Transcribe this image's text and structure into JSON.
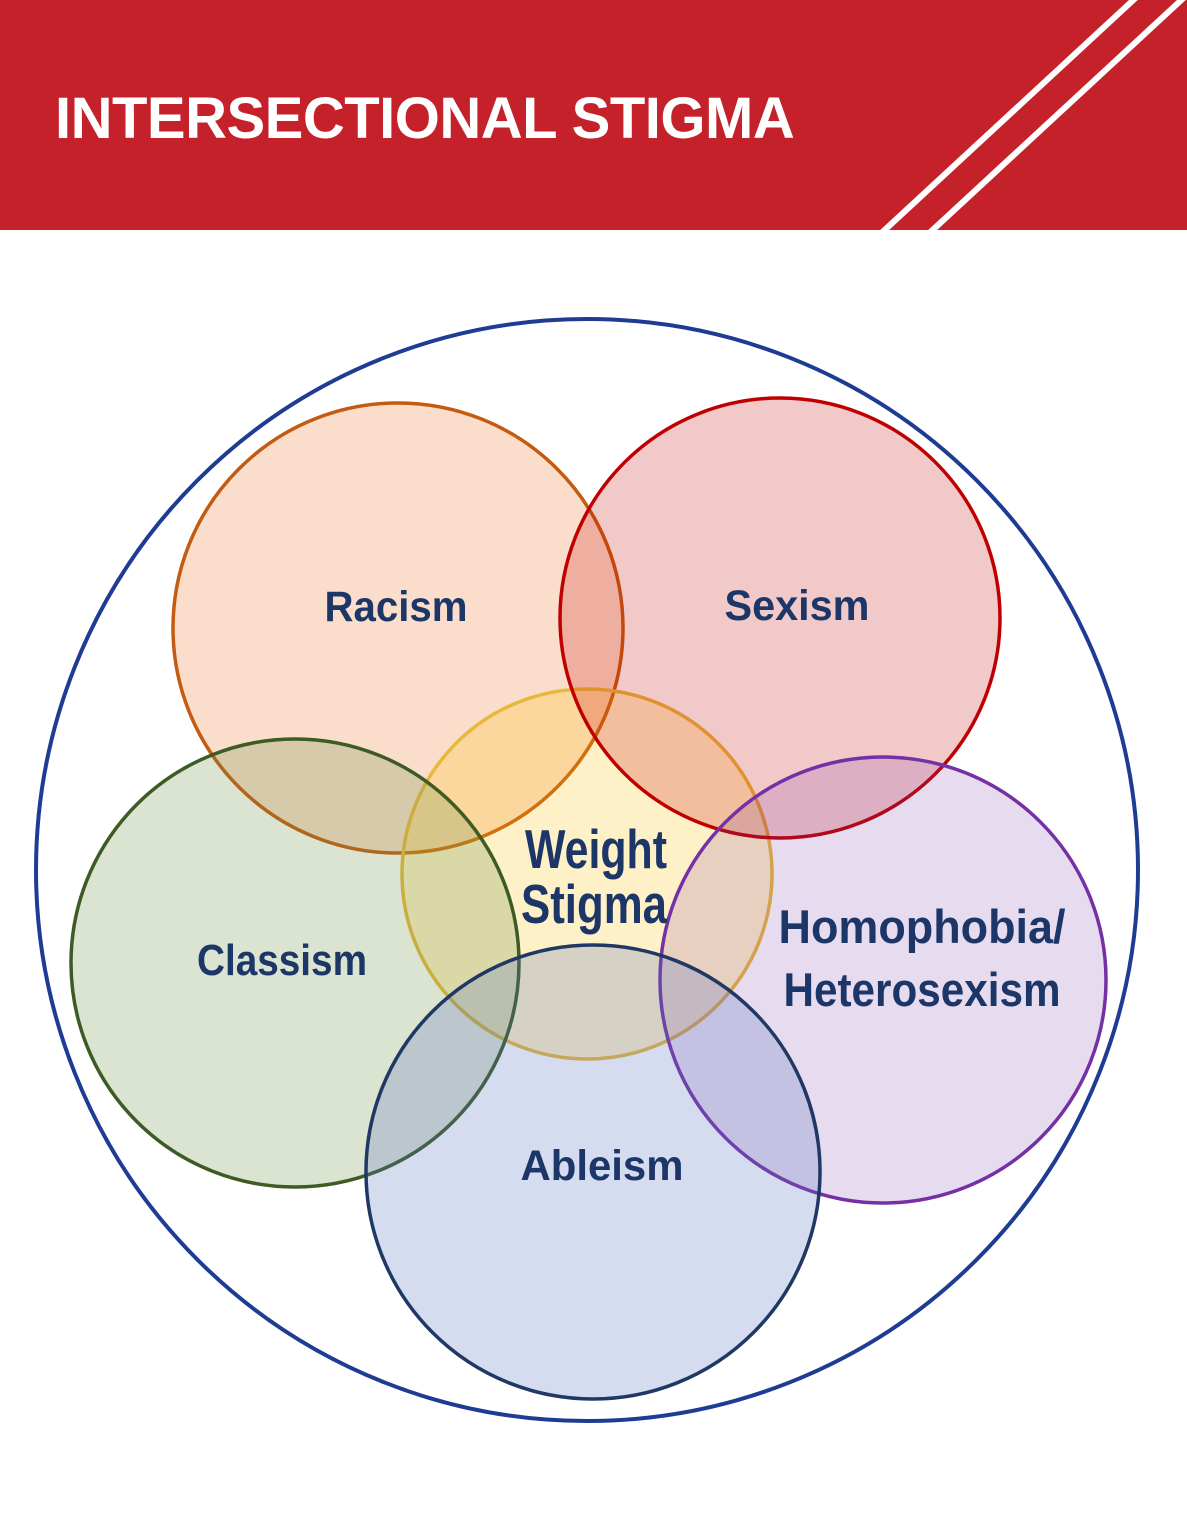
{
  "header": {
    "title": "INTERSECTIONAL STIGMA",
    "background_color": "#C5212B",
    "stripe_color": "#FFFFFF",
    "text_color": "#FFFFFF"
  },
  "diagram": {
    "type": "venn",
    "label_color": "#1D3668",
    "outer_circle": {
      "name": "intersectional-stigma-boundary",
      "stroke": "#1E3C93"
    },
    "circles": [
      {
        "id": "racism",
        "label": "Racism",
        "stroke": "#C55A11",
        "fill": "rgba(237,125,49,0.25)"
      },
      {
        "id": "sexism",
        "label": "Sexism",
        "stroke": "#C00000",
        "fill": "rgba(192,0,0,0.21)"
      },
      {
        "id": "classism",
        "label": "Classism",
        "stroke": "#3D5B24",
        "fill": "rgba(110,145,70,0.25)"
      },
      {
        "id": "homophobia",
        "label_line1": "Homophobia/",
        "label_line2": "Heterosexism",
        "stroke": "#7530A5",
        "fill": "rgba(112,48,160,0.17)"
      },
      {
        "id": "ableism",
        "label": "Ableism",
        "stroke": "#1F3864",
        "fill": "rgba(90,115,190,0.25)"
      }
    ],
    "center_circle": {
      "id": "weight-stigma",
      "label_line1": "Weight",
      "label_line2": "Stigma",
      "stroke": "#E8B83D",
      "fill": "rgba(255,192,0,0.22)"
    }
  }
}
